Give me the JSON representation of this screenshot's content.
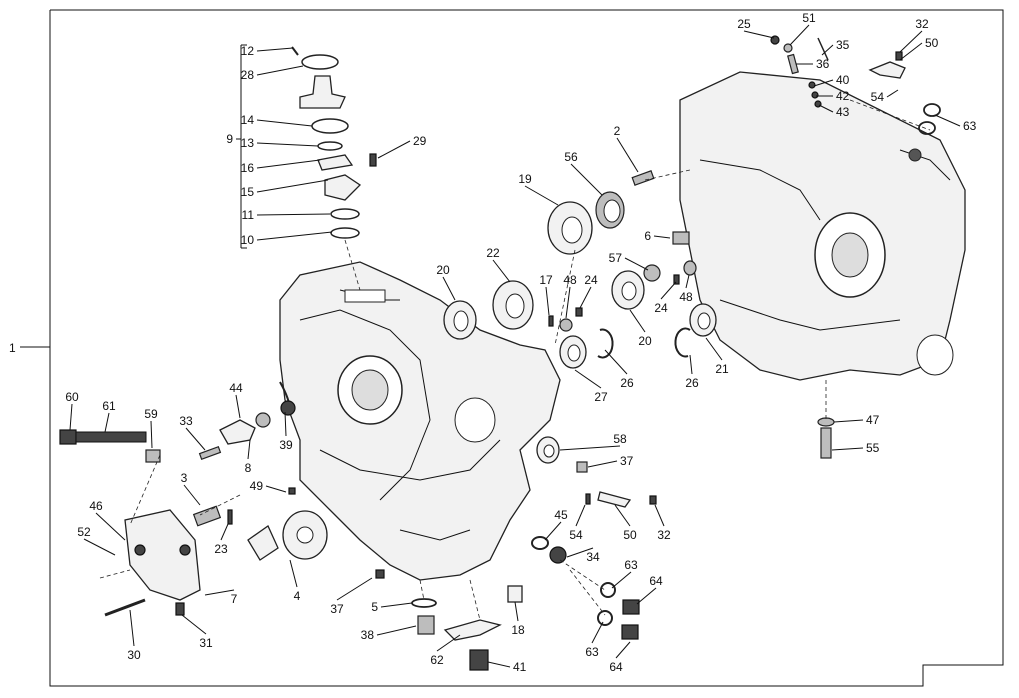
{
  "diagram": {
    "assembly_label": "1",
    "labels": [
      "12",
      "28",
      "14",
      "13",
      "16",
      "15",
      "11",
      "10",
      "9",
      "29",
      "2",
      "56",
      "19",
      "6",
      "22",
      "20",
      "17",
      "48",
      "24",
      "57",
      "24",
      "48",
      "20",
      "26",
      "27",
      "26",
      "21",
      "25",
      "51",
      "35",
      "36",
      "40",
      "42",
      "43",
      "32",
      "50",
      "54",
      "63",
      "47",
      "55",
      "60",
      "61",
      "59",
      "33",
      "44",
      "39",
      "8",
      "58",
      "37",
      "3",
      "23",
      "49",
      "46",
      "52",
      "4",
      "7",
      "30",
      "31",
      "45",
      "54",
      "50",
      "32",
      "34",
      "37",
      "5",
      "38",
      "62",
      "18",
      "41",
      "63",
      "64",
      "63",
      "64"
    ]
  }
}
